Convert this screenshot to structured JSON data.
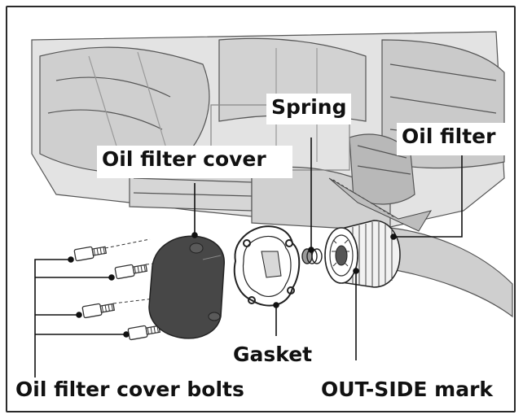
{
  "labels": {
    "spring": "Spring",
    "oil_filter": "Oil filter",
    "oil_filter_cover": "Oil filter cover",
    "gasket": "Gasket",
    "oil_filter_cover_bolts": "Oil filter cover bolts",
    "out_side_mark": "OUT-SIDE mark"
  },
  "colors": {
    "frame": "#2a2a2a",
    "engine_shade": "#dcdcdc",
    "line_art": "#3a3a3a",
    "cover_fill": "#454545",
    "callout": "#111111"
  }
}
